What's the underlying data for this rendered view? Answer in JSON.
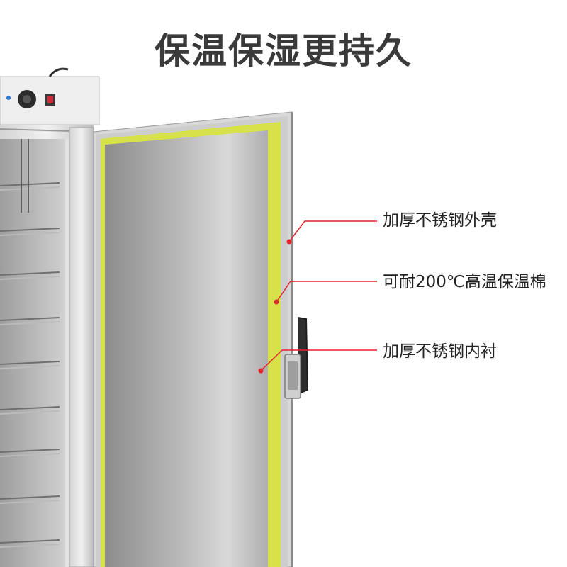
{
  "headline": "保温保湿更持久",
  "callouts": {
    "shell": "加厚不锈钢外壳",
    "insulation": "可耐200℃高温保温棉",
    "liner": "加厚不锈钢内衬"
  },
  "colors": {
    "headline": "#3a3a3a",
    "insulation_layer": "#d7e24a",
    "leader_line": "#e5232a",
    "steel": "#c9c9c9",
    "door_liner": "#9a9a9a"
  },
  "icons": {
    "knob": "thermostat-knob-icon",
    "switch": "power-switch-icon",
    "indicator": "indicator-light-icon"
  }
}
